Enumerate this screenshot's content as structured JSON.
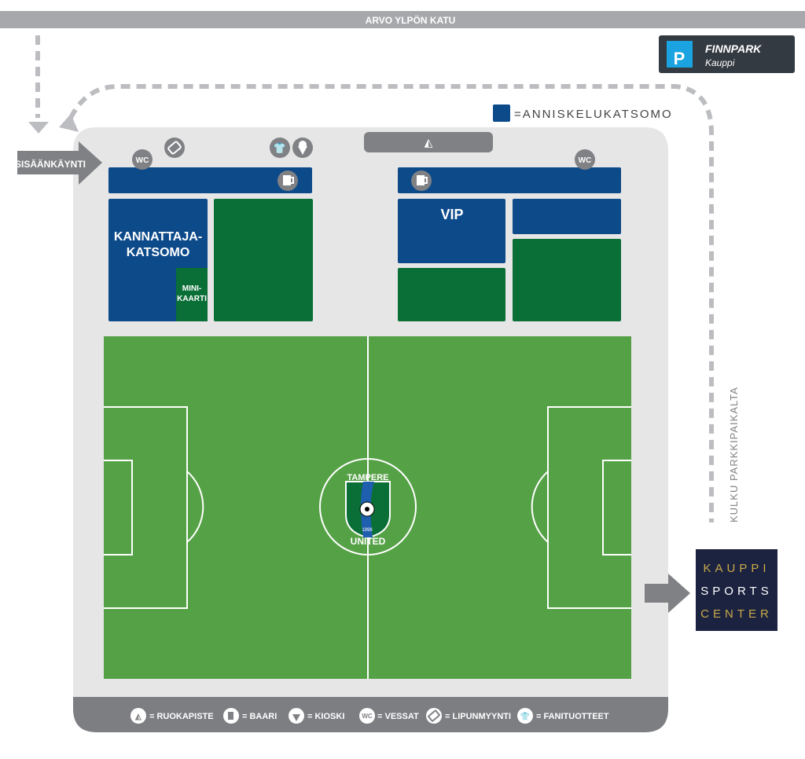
{
  "street": "ARVO YLPÖN KATU",
  "parking": {
    "brand": "FINNPARK",
    "name": "Kauppi"
  },
  "legend_top": "=ANNISKELUKATSOMO",
  "entrance": "SISÄÄNKÄYNTI",
  "walkway": "KULKU PARKKIPAIKALTA",
  "sections": {
    "fans": [
      "KANNATTAJA-",
      "KATSOMO"
    ],
    "mini": [
      "MINI-",
      "KAARTI"
    ],
    "vip": "VIP"
  },
  "wc": "WC",
  "logo": {
    "top": "TAMPERE",
    "bottom": "UNITED",
    "year": "1998"
  },
  "kauppi": [
    "KAUPPI",
    "SPORTS",
    "CENTER"
  ],
  "legend": [
    {
      "icon": "pizza-icon",
      "label": "= RUOKAPISTE"
    },
    {
      "icon": "beer-icon",
      "label": "= BAARI"
    },
    {
      "icon": "ice-cream-icon",
      "label": "= KIOSKI"
    },
    {
      "icon": "wc-icon",
      "label": "= VESSAT"
    },
    {
      "icon": "ticket-icon",
      "label": "= LIPUNMYYNTI"
    },
    {
      "icon": "shirt-icon",
      "label": "= FANITUOTTEET"
    }
  ],
  "colors": {
    "blue": "#0d4a8a",
    "green": "#0a6e37",
    "pitch": "#55a146",
    "gray": "#808184",
    "gold": "#c9a94a"
  }
}
